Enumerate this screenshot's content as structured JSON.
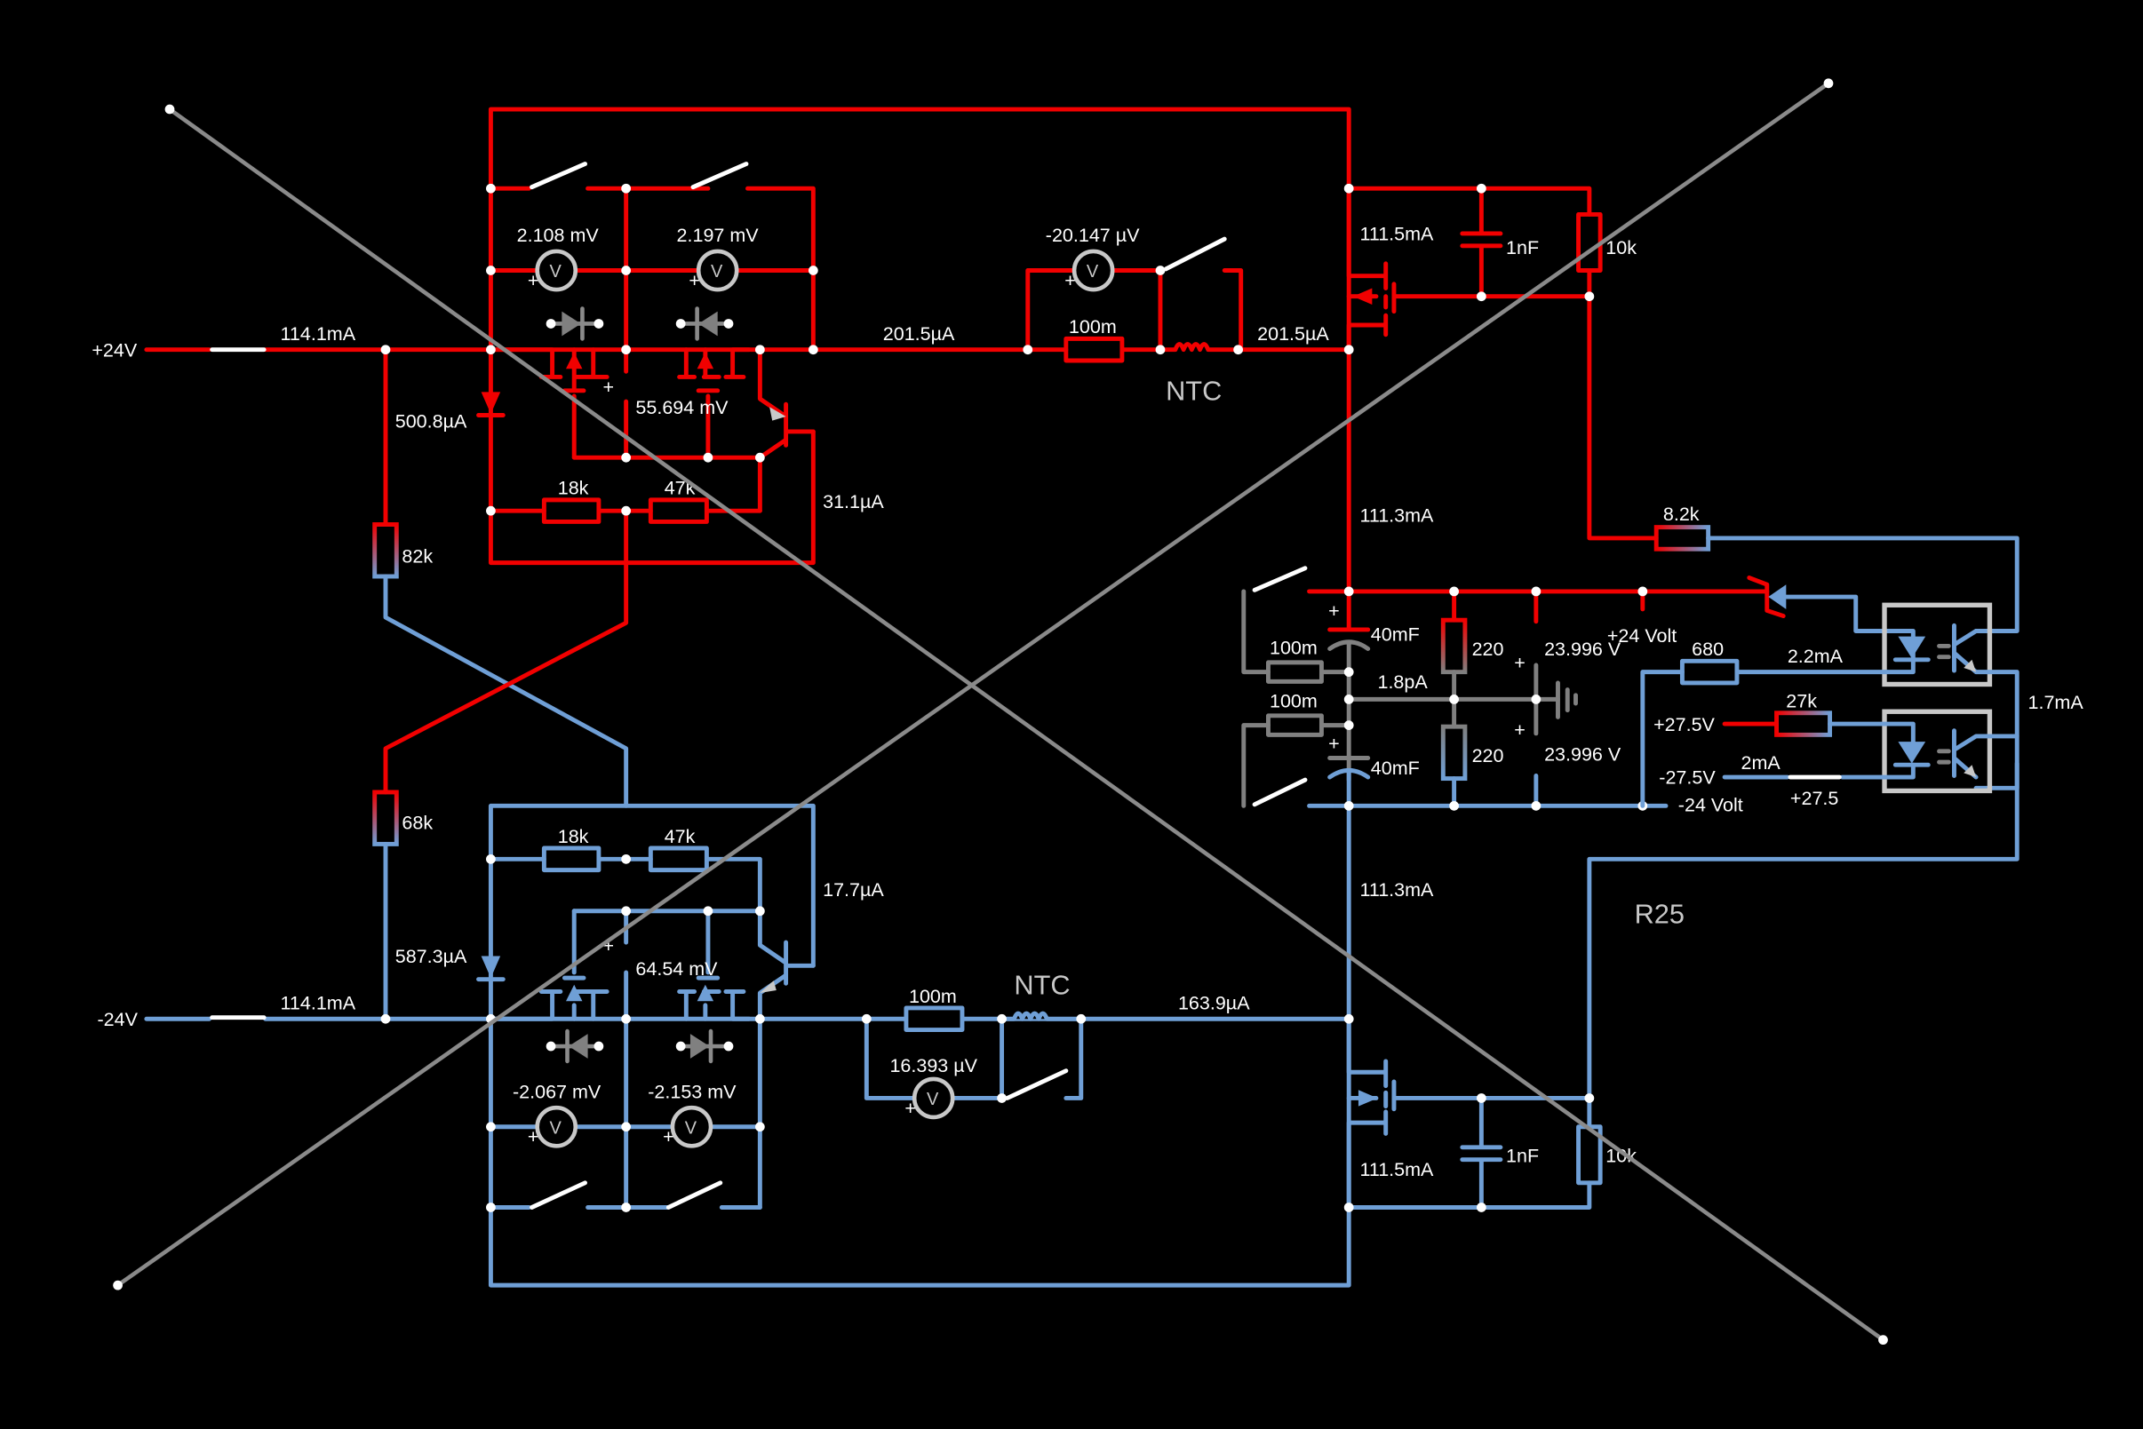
{
  "title": "Circuit simulation — complementary MOSFET amplifier",
  "colors": {
    "positive": "#f20000",
    "negative": "#6f9fd6",
    "ground": "#808080",
    "node": "#ffffff",
    "probe": "#808080"
  },
  "rails": {
    "pos_input": {
      "label": "+24V",
      "current": "114.1mA"
    },
    "neg_input": {
      "label": "-24V",
      "current": "114.1mA"
    }
  },
  "top_stage": {
    "diode_current": "500.8µA",
    "bias_resistor": "82k",
    "meter1": {
      "value": "2.108 mV",
      "symbol": "V",
      "polarity": "+"
    },
    "meter2": {
      "value": "2.197 mV",
      "symbol": "V",
      "polarity": "+"
    },
    "mosfet_pair_voltage": "55.694  mV",
    "mosfet_plus": "+",
    "r1": "18k",
    "r2": "47k",
    "transistor_current": "31.1µA",
    "out_current": "201.5µA",
    "meter3": {
      "value": "-20.147 µV",
      "symbol": "V",
      "polarity": "+"
    },
    "shunt": "100m",
    "ntc_label": "NTC",
    "ntc_current": "201.5µA",
    "out_fet_current": "111.5mA",
    "cap": "1nF",
    "gate_res": "10k",
    "drain_current": "111.3mA"
  },
  "bottom_stage": {
    "diode_current": "587.3µA",
    "bias_resistor": "68k",
    "meter1": {
      "value": "-2.067 mV",
      "symbol": "V",
      "polarity": "+"
    },
    "meter2": {
      "value": "-2.153 mV",
      "symbol": "V",
      "polarity": "+"
    },
    "mosfet_pair_voltage": "64.54 mV",
    "mosfet_plus": "+",
    "r1": "18k",
    "r2": "47k",
    "transistor_current": "17.7µA",
    "shunt": "100m",
    "ntc_label": "NTC",
    "ntc_current": "163.9µA",
    "meter3": {
      "value": "16.393 µV",
      "symbol": "V",
      "polarity": "+"
    },
    "out_fet_current": "111.5mA",
    "cap": "1nF",
    "gate_res": "10k",
    "drain_current": "111.3mA"
  },
  "supply": {
    "shunt_top": "100m",
    "shunt_bottom": "100m",
    "cap_top": "40mF",
    "cap_bottom": "40mF",
    "cap_plus": "+",
    "res_top": "220",
    "res_bottom": "220",
    "ground_current": "1.8pA",
    "src_top": {
      "value": "23.996 V",
      "polarity": "+"
    },
    "src_bottom": {
      "value": "23.996 V",
      "polarity": "+"
    },
    "pos_label": "+24 Volt",
    "neg_label": "-24 Volt"
  },
  "feedback": {
    "res_82": "8.2k",
    "res_680": "680",
    "led_current": "2.2mA",
    "res_27k": "27k",
    "pos_aux": "+27.5V",
    "neg_aux": "-27.5V",
    "aux_current": "2mA",
    "aux_switch_label": "+27.5",
    "opto_current": "1.7mA"
  },
  "annotation": {
    "label": "R25"
  }
}
